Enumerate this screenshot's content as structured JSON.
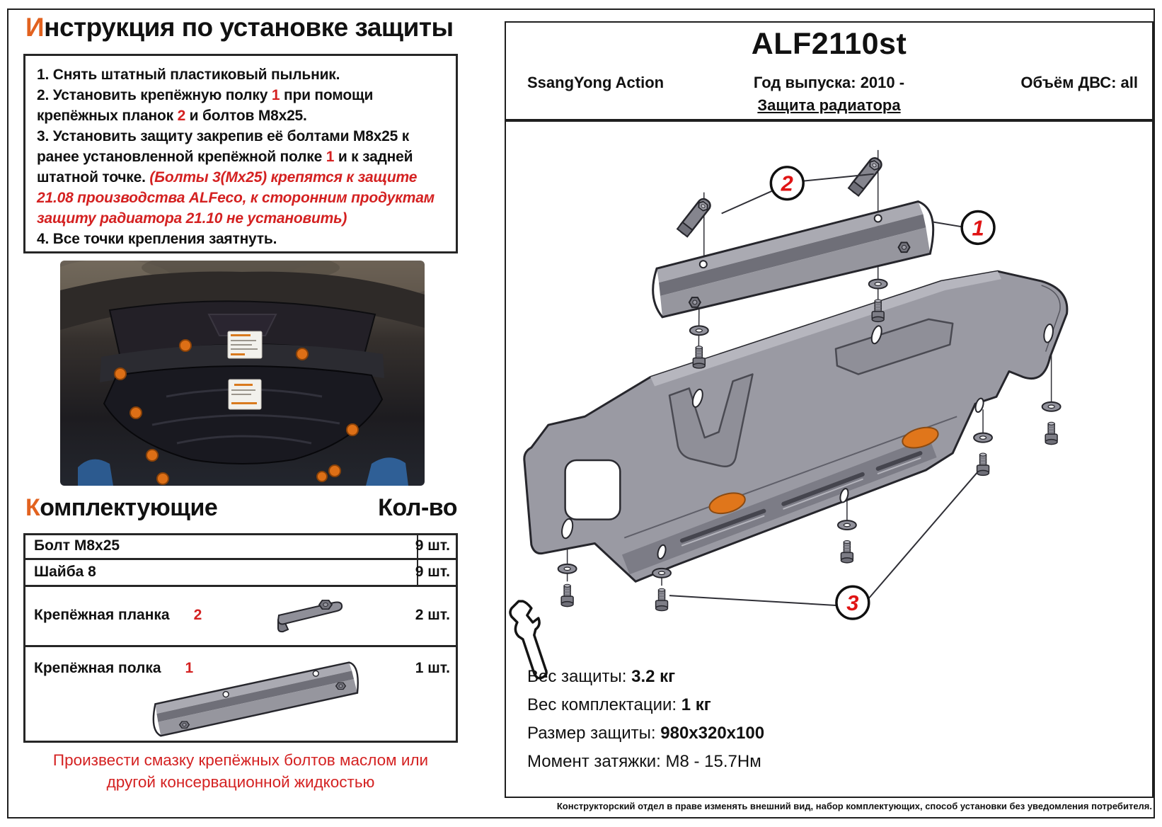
{
  "colors": {
    "accent_orange": "#E2621F",
    "text_red": "#D42121",
    "callout_red": "#E01414",
    "sticker_orange": "#E0761B",
    "plate_gray": "#9A9AA3"
  },
  "left": {
    "title": {
      "lead": "И",
      "rest": "нструкция по установке защиты"
    },
    "instructions": {
      "s1": "1.   Снять штатный пластиковый пыльник.",
      "s2a": "2.   Установить крепёжную полку ",
      "s2b": "1",
      "s2c": " при помощи крепёжных планок ",
      "s2d": "2",
      "s2e": " и болтов М8х25.",
      "s3a": "3.   Установить защиту закрепив её болтами М8х25 к ранее установленной крепёжной полке ",
      "s3b": "1",
      "s3c": " и к задней штатной точке. ",
      "s3d": "(Болты 3(Мх25) крепятся к защите 21.08 производства ALFeco, к сторонним продуктам защиту радиатора 21.10 не установить)",
      "s4": "4.   Все точки крепления заятнуть."
    },
    "components": {
      "title_lead": "К",
      "title_rest": "омплектующие",
      "qty_title": "Кол-во",
      "rows": [
        {
          "name": "Болт М8х25",
          "num": "",
          "qty": "9 шт."
        },
        {
          "name": "Шайба 8",
          "num": "",
          "qty": "9 шт."
        },
        {
          "name": "Крепёжная планка",
          "num": "2",
          "qty": "2 шт."
        },
        {
          "name": "Крепёжная полка",
          "num": "1",
          "qty": "1 шт."
        }
      ]
    },
    "note": "Произвести смазку крепёжных болтов маслом или другой консервационной жидкостью"
  },
  "right": {
    "part_code": "ALF2110st",
    "vehicle": "SsangYong Action",
    "year_label": "Год выпуска: 2010 -",
    "engine_label": "Объём ДВС: all",
    "product": "Защита радиатора",
    "callouts": {
      "c1": "1",
      "c2": "2",
      "c3": "3"
    },
    "specs": [
      {
        "label": "Вес защиты: ",
        "value": "3.2 кг"
      },
      {
        "label": "Вес комплектации: ",
        "value": "1 кг"
      },
      {
        "label": "Размер защиты: ",
        "value": "980х320х100"
      },
      {
        "label": "Момент затяжки:  ",
        "value": "М8 - 15.7Нм"
      }
    ],
    "disclaimer": "Конструкторский отдел в праве изменять внешний вид, набор комплектующих, способ установки без уведомления потребителя."
  }
}
